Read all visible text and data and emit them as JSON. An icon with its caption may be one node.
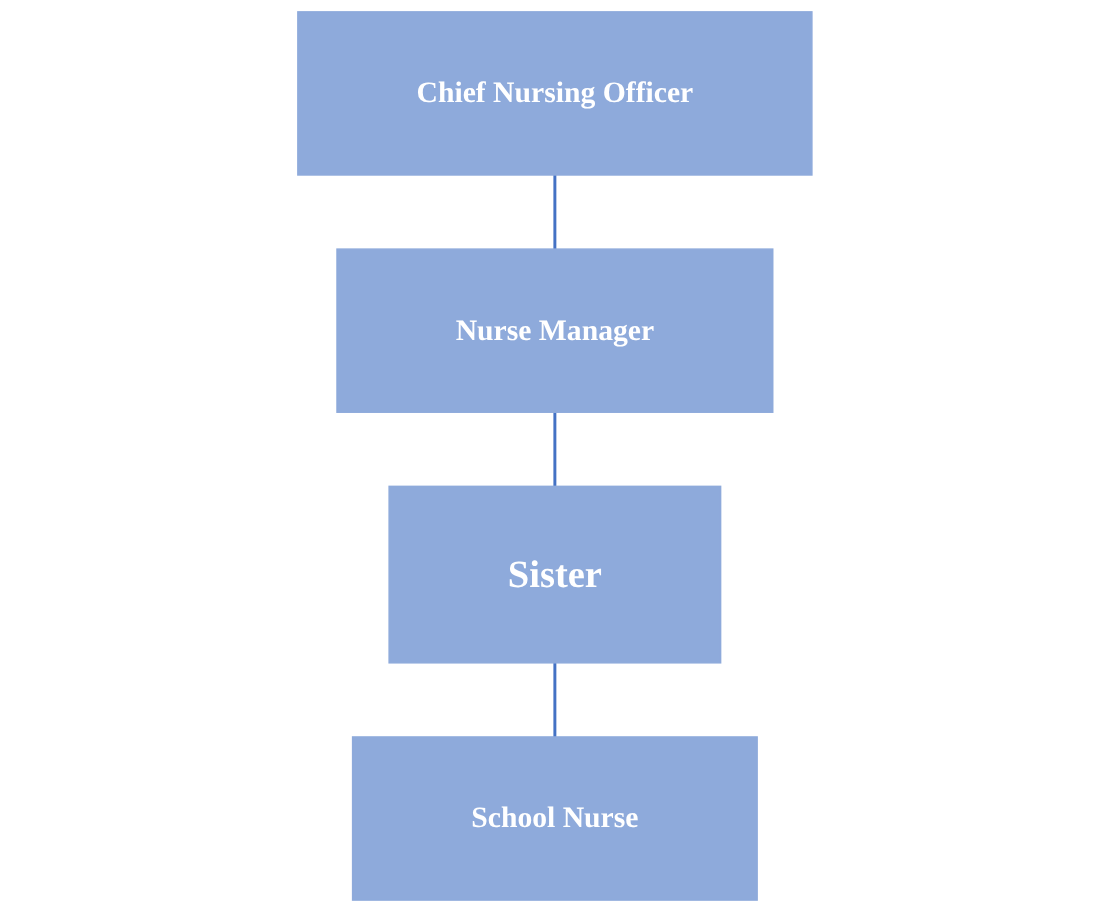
{
  "diagram": {
    "nodes": [
      {
        "text": [
          "Chief Nursing Officer"
        ]
      },
      {
        "text": [
          "Nurse Manager"
        ]
      },
      {
        "text": [
          "Sister"
        ]
      },
      {
        "text": [
          "School Nurse"
        ]
      }
    ],
    "edges": [
      {
        "from": 0,
        "to": 1,
        "arrow": "none"
      },
      {
        "from": 1,
        "to": 2,
        "arrow": "none"
      },
      {
        "from": 2,
        "to": 3,
        "arrow": "none"
      }
    ]
  }
}
